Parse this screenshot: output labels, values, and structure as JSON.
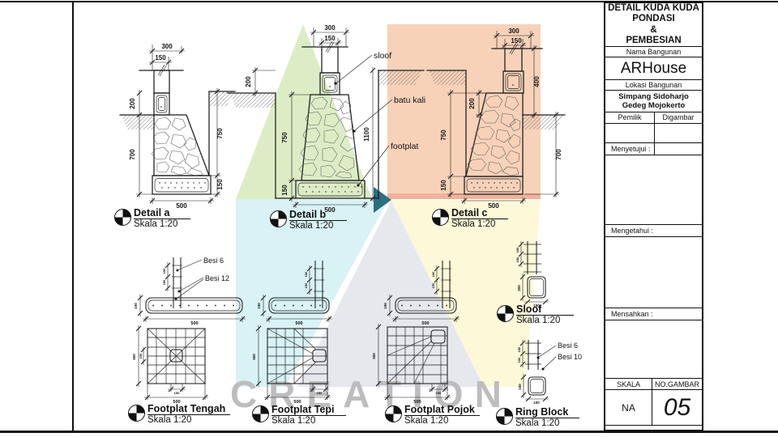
{
  "title_block": {
    "title_lines": [
      "DETAIL KUDA KUDA",
      "PONDASI",
      "&",
      "PEMBESIAN"
    ],
    "nama_label": "Nama Bangunan",
    "nama_value": "ARHouse",
    "lokasi_label": "Lokasi Bangunan",
    "lokasi_value_line1": "Simpang Sidoharjo",
    "lokasi_value_line2": "Gedeg Mojokerto",
    "pemilik_label": "Pemilik",
    "digambar_label": "Digambar",
    "menyetujui_label": "Menyetujui :",
    "mengetahui_label": "Mengetahui :",
    "mensahkan_label": "Mensahkan :",
    "skala_label": "SKALA",
    "no_gambar_label": "NO.GAMBAR",
    "skala_value": "NA",
    "no_gambar_value": "05"
  },
  "watermark": "CREATION",
  "sections": [
    {
      "id": "detail-a",
      "title": "Detail a",
      "scale": "Skala 1:20"
    },
    {
      "id": "detail-b",
      "title": "Detail b",
      "scale": "Skala 1:20"
    },
    {
      "id": "detail-c",
      "title": "Detail c",
      "scale": "Skala 1:20"
    },
    {
      "id": "footplat-tengah",
      "title": "Footplat Tengah",
      "scale": "Skala 1:20"
    },
    {
      "id": "footplat-tepi",
      "title": "Footplat Tepi",
      "scale": "Skala 1:20"
    },
    {
      "id": "footplat-pojok",
      "title": "Footplat Pojok",
      "scale": "Skala 1:20"
    },
    {
      "id": "sloof",
      "title": "Sloof",
      "scale": "Skala 1:20"
    },
    {
      "id": "ring-block",
      "title": "Ring Block",
      "scale": "Skala 1:20"
    }
  ],
  "annotations": {
    "sloof": "sloof",
    "batu_kali": "batu kali",
    "footplat": "footplat",
    "besi_6": "Besi 6",
    "besi_10": "Besi 10",
    "besi_12": "Besi 12"
  },
  "dims": {
    "v100": "100",
    "v150": "150",
    "v200": "200",
    "v300": "300",
    "v400": "400",
    "v500": "500",
    "v700": "700",
    "v750": "750",
    "v1100": "1100"
  },
  "colors": {
    "accent_green": "#dcedc6",
    "accent_peach": "#f7d2b8",
    "accent_salmon": "#f1b29a",
    "accent_cyan": "#d9f2f5",
    "accent_yellow": "#fdf8d8",
    "accent_lavender": "#e7e8ee",
    "accent_teal": "#2a6f7f",
    "watermark_gray": "#bdbdbf"
  }
}
